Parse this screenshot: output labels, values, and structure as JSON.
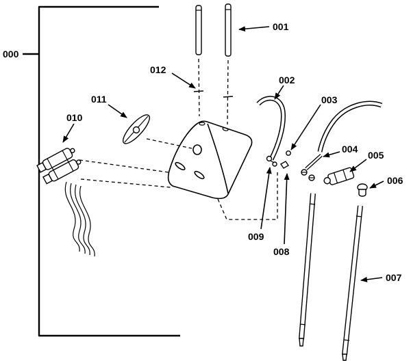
{
  "colors": {
    "line": "#000000",
    "background": "#ffffff"
  },
  "labels": {
    "p000": "000",
    "p001": "001",
    "p002": "002",
    "p003": "003",
    "p004": "004",
    "p005": "005",
    "p006": "006",
    "p007": "007",
    "p008": "008",
    "p009": "009",
    "p010": "010",
    "p011": "011",
    "p012": "012"
  }
}
